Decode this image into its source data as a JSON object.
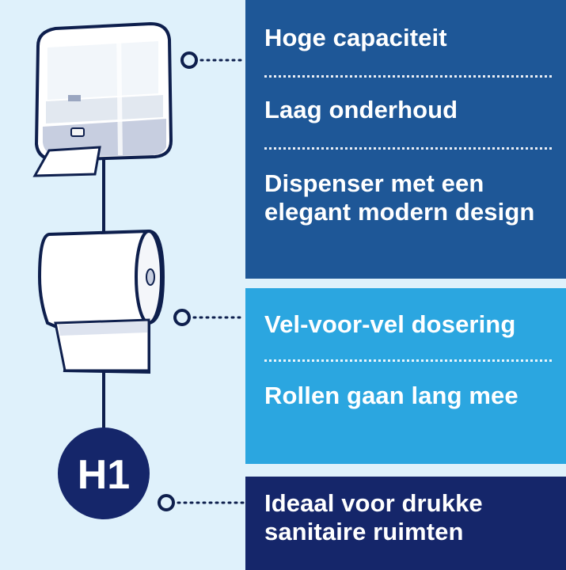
{
  "colors": {
    "background": "#dff1fb",
    "panel_dark": "#1e5797",
    "panel_light": "#2ba6e0",
    "panel_navy": "#15266a",
    "outline": "#0e1f4d"
  },
  "features": {
    "group1": [
      "Hoge capaciteit",
      "Laag onderhoud",
      "Dispenser met een elegant modern design"
    ],
    "group2": [
      "Vel-voor-vel dosering",
      "Rollen gaan lang mee"
    ],
    "group3": [
      "Ideaal voor drukke sanitaire ruimten"
    ]
  },
  "badge": {
    "label": "H1"
  },
  "icons": {
    "dispenser": "towel-dispenser-icon",
    "roll": "paper-roll-icon",
    "connector": "connector-dot-icon"
  }
}
